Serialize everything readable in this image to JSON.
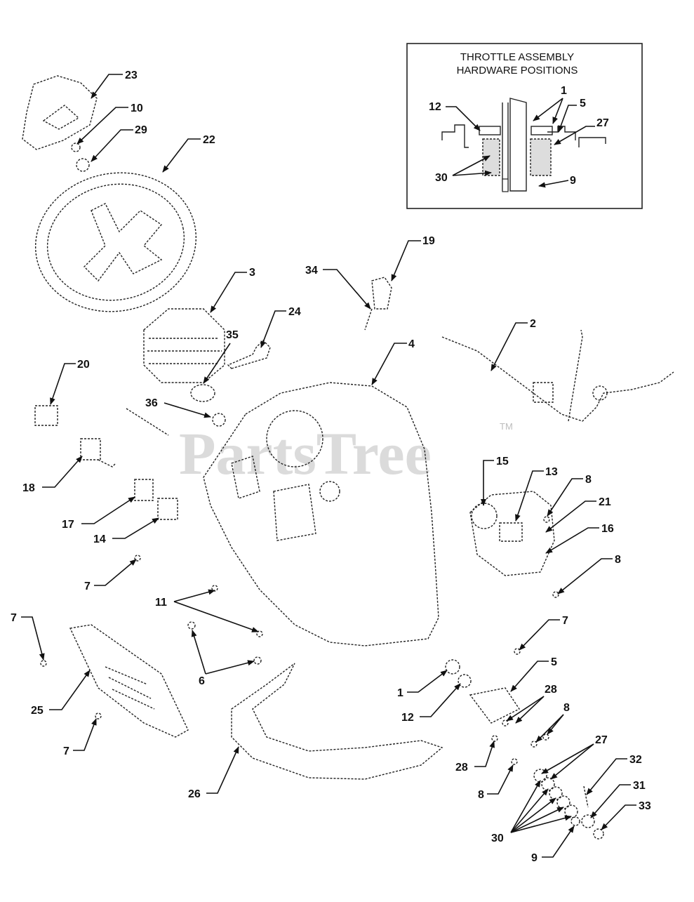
{
  "watermark": {
    "text": "PartsTree",
    "tm": "TM"
  },
  "inset": {
    "title_line1": "THROTTLE ASSEMBLY",
    "title_line2": "HARDWARE POSITIONS",
    "labels": [
      "1",
      "5",
      "12",
      "27",
      "30",
      "9"
    ]
  },
  "callouts": [
    "23",
    "10",
    "29",
    "22",
    "3",
    "34",
    "19",
    "24",
    "2",
    "35",
    "4",
    "20",
    "36",
    "18",
    "15",
    "13",
    "8",
    "21",
    "17",
    "14",
    "16",
    "8",
    "7",
    "11",
    "7",
    "7",
    "1",
    "5",
    "6",
    "12",
    "28",
    "8",
    "25",
    "27",
    "32",
    "28",
    "8",
    "31",
    "33",
    "26",
    "7",
    "30",
    "9"
  ]
}
